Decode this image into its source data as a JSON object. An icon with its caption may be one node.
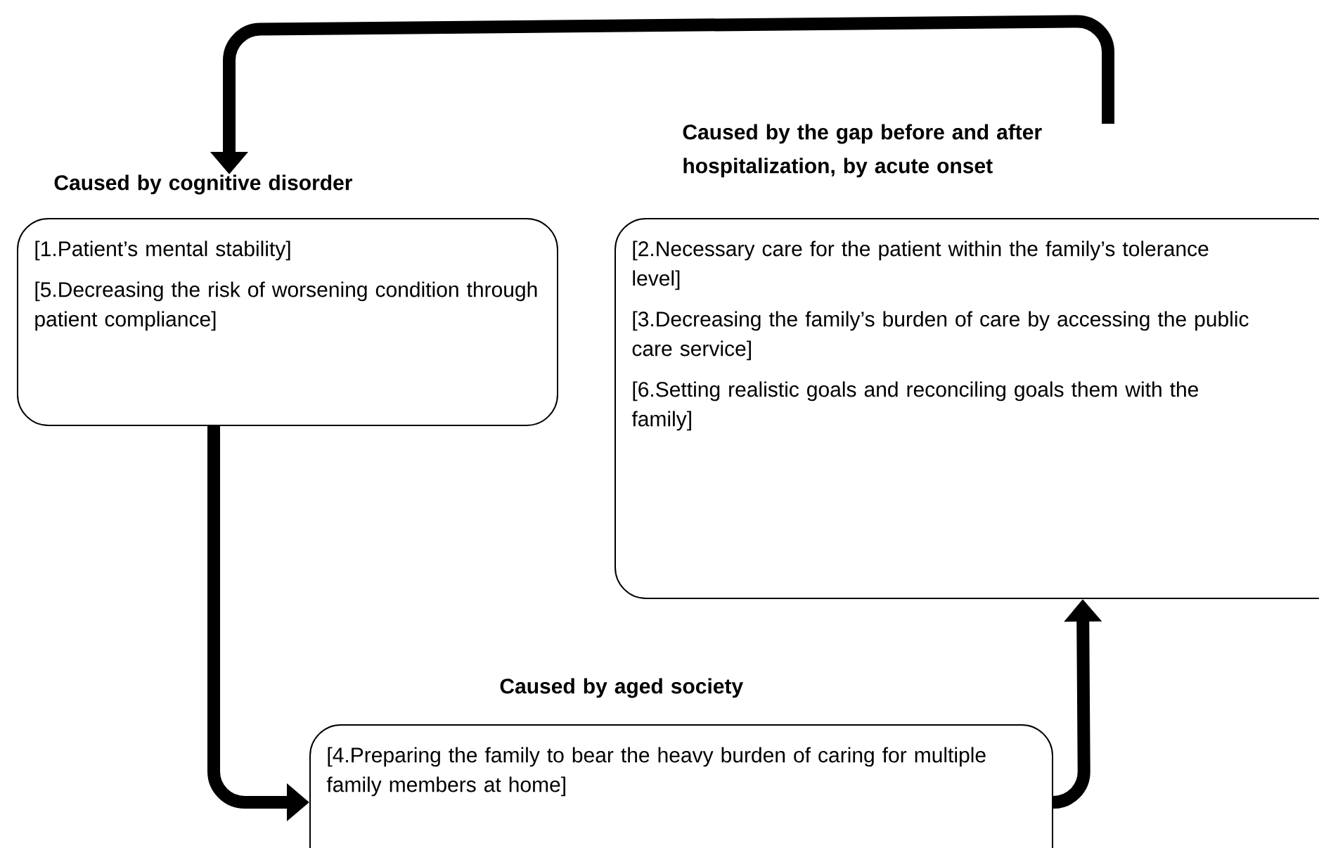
{
  "diagram": {
    "nodes": [
      {
        "text": [
          "Caused by cognitive disorder",
          "[1.Patient’s mental stability]",
          "[5.Decreasing the risk of worsening condition through patient compliance]"
        ]
      },
      {
        "text": [
          "Caused by the gap before and after hospitalization, by acute onset",
          "[2.Necessary care for the patient within the family’s tolerance level]",
          "[3.Decreasing the family’s burden of care by accessing the public care service]",
          "[6.Setting realistic goals and reconciling goals them with the family]"
        ]
      },
      {
        "text": [
          "Caused by aged society",
          "[4.Preparing the family to bear the heavy burden of caring for multiple family members at home]"
        ]
      }
    ],
    "edges": [
      {
        "from": 0,
        "to": 2,
        "arrow": "to"
      },
      {
        "from": 2,
        "to": 1,
        "arrow": "to"
      },
      {
        "from": 1,
        "to": 0,
        "arrow": "to"
      }
    ]
  }
}
